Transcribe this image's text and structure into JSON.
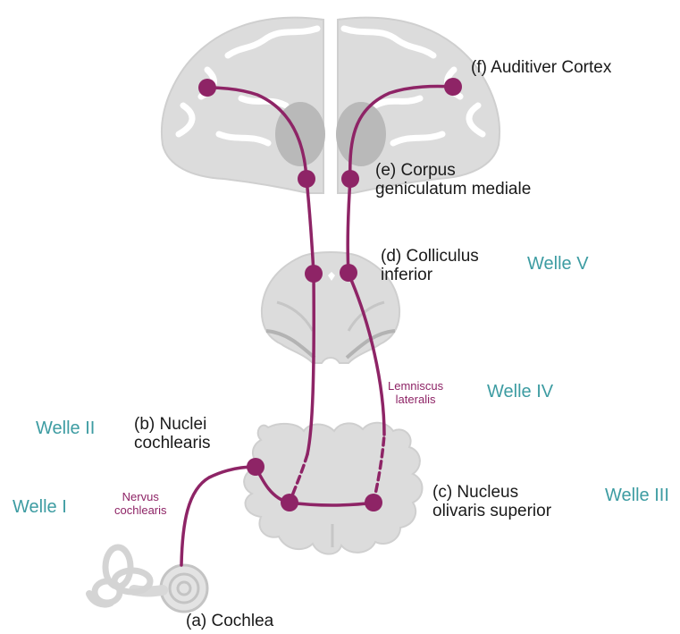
{
  "colors": {
    "pathway": "#8e2466",
    "wave_text": "#3d9ca2",
    "tissue": "#dcdcdc",
    "tissue_dark": "#a8a8a8",
    "label_text": "#1a1a1a"
  },
  "labels": {
    "cortex": "(f) Auditiver Cortex",
    "mgb_line1": "(e) Corpus",
    "mgb_line2": "geniculatum mediale",
    "ic_line1": "(d) Colliculus",
    "ic_line2": "inferior",
    "cn_line1": "(b) Nuclei",
    "cn_line2": "cochlearis",
    "soc_line1": "(c) Nucleus",
    "soc_line2": "olivaris superior",
    "cochlea": "(a) Cochlea"
  },
  "nerves": {
    "lemniscus_line1": "Lemniscus",
    "lemniscus_line2": "lateralis",
    "nervus_line1": "Nervus",
    "nervus_line2": "cochlearis"
  },
  "waves": {
    "w1": "Welle I",
    "w2": "Welle II",
    "w3": "Welle III",
    "w4": "Welle IV",
    "w5": "Welle V"
  },
  "icons": {
    "brain": "brain-coronal-section-icon",
    "midbrain": "midbrain-section-icon",
    "brainstem": "brainstem-section-icon",
    "cochlea": "inner-ear-cochlea-icon"
  }
}
